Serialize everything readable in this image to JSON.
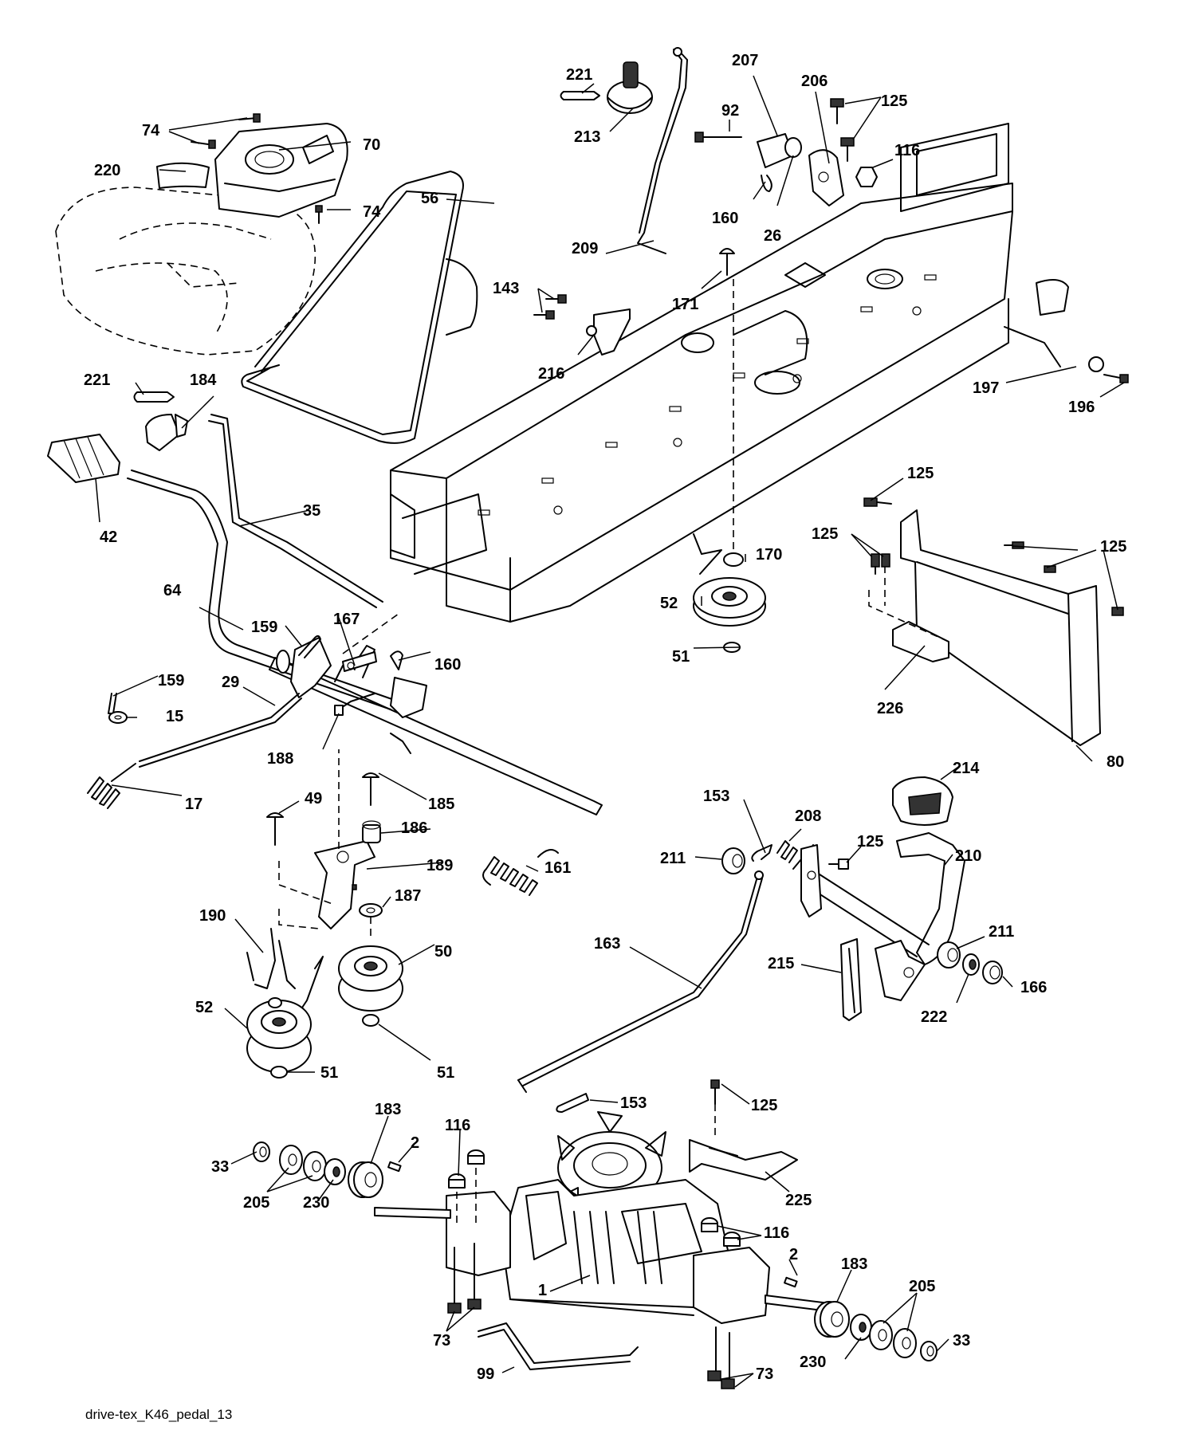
{
  "caption": "drive-tex_K46_pedal_13",
  "callouts": [
    {
      "text": "221"
    },
    {
      "text": "213"
    },
    {
      "text": "207"
    },
    {
      "text": "206"
    },
    {
      "text": "125"
    },
    {
      "text": "92"
    },
    {
      "text": "116"
    },
    {
      "text": "74"
    },
    {
      "text": "70"
    },
    {
      "text": "220"
    },
    {
      "text": "74"
    },
    {
      "text": "56"
    },
    {
      "text": "160"
    },
    {
      "text": "26"
    },
    {
      "text": "209"
    },
    {
      "text": "143"
    },
    {
      "text": "171"
    },
    {
      "text": "216"
    },
    {
      "text": "197"
    },
    {
      "text": "196"
    },
    {
      "text": "221"
    },
    {
      "text": "184"
    },
    {
      "text": "42"
    },
    {
      "text": "35"
    },
    {
      "text": "125"
    },
    {
      "text": "125"
    },
    {
      "text": "125"
    },
    {
      "text": "170"
    },
    {
      "text": "52"
    },
    {
      "text": "64"
    },
    {
      "text": "159"
    },
    {
      "text": "167"
    },
    {
      "text": "160"
    },
    {
      "text": "51"
    },
    {
      "text": "159"
    },
    {
      "text": "29"
    },
    {
      "text": "15"
    },
    {
      "text": "188"
    },
    {
      "text": "226"
    },
    {
      "text": "80"
    },
    {
      "text": "17"
    },
    {
      "text": "214"
    },
    {
      "text": "153"
    },
    {
      "text": "208"
    },
    {
      "text": "49"
    },
    {
      "text": "185"
    },
    {
      "text": "186"
    },
    {
      "text": "189"
    },
    {
      "text": "161"
    },
    {
      "text": "211"
    },
    {
      "text": "125"
    },
    {
      "text": "210"
    },
    {
      "text": "187"
    },
    {
      "text": "190"
    },
    {
      "text": "50"
    },
    {
      "text": "163"
    },
    {
      "text": "211"
    },
    {
      "text": "215"
    },
    {
      "text": "52"
    },
    {
      "text": "222"
    },
    {
      "text": "166"
    },
    {
      "text": "51"
    },
    {
      "text": "51"
    },
    {
      "text": "153"
    },
    {
      "text": "125"
    },
    {
      "text": "183"
    },
    {
      "text": "116"
    },
    {
      "text": "2"
    },
    {
      "text": "33"
    },
    {
      "text": "225"
    },
    {
      "text": "205"
    },
    {
      "text": "230"
    },
    {
      "text": "116"
    },
    {
      "text": "2"
    },
    {
      "text": "183"
    },
    {
      "text": "1"
    },
    {
      "text": "205"
    },
    {
      "text": "73"
    },
    {
      "text": "33"
    },
    {
      "text": "99"
    },
    {
      "text": "73"
    },
    {
      "text": "230"
    }
  ]
}
